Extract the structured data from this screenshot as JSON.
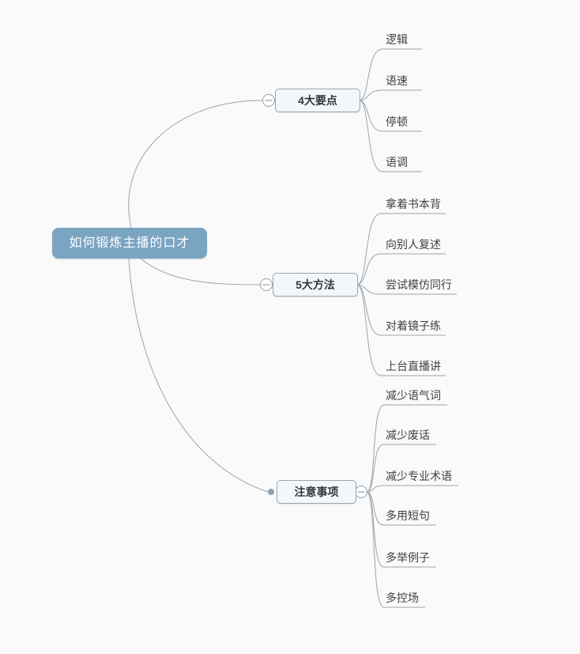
{
  "root": {
    "label": "如何锻炼主播的口才"
  },
  "branches": [
    {
      "label": "4大要点",
      "children": [
        "逻辑",
        "语速",
        "停顿",
        "语调"
      ]
    },
    {
      "label": "5大方法",
      "children": [
        "拿着书本背",
        "向别人复述",
        "尝试模仿同行",
        "对着镜子练",
        "上台直播讲"
      ]
    },
    {
      "label": "注意事项",
      "children": [
        "减少语气词",
        "减少废话",
        "减少专业术语",
        "多用短句",
        "多举例子",
        "多控场"
      ]
    }
  ],
  "icons": {
    "collapse_toggle": "minus-circle",
    "branch_anchor": "filled-dot"
  },
  "colors": {
    "background": "#fafafa",
    "root_bg": "#7aa4c2",
    "root_text": "#ffffff",
    "branch_bg": "#f3f7f9",
    "branch_border": "#98a6b0",
    "line": "#98a4ae",
    "leaf_text": "#3d4145",
    "anchor_dot": "#8ba3b4"
  }
}
